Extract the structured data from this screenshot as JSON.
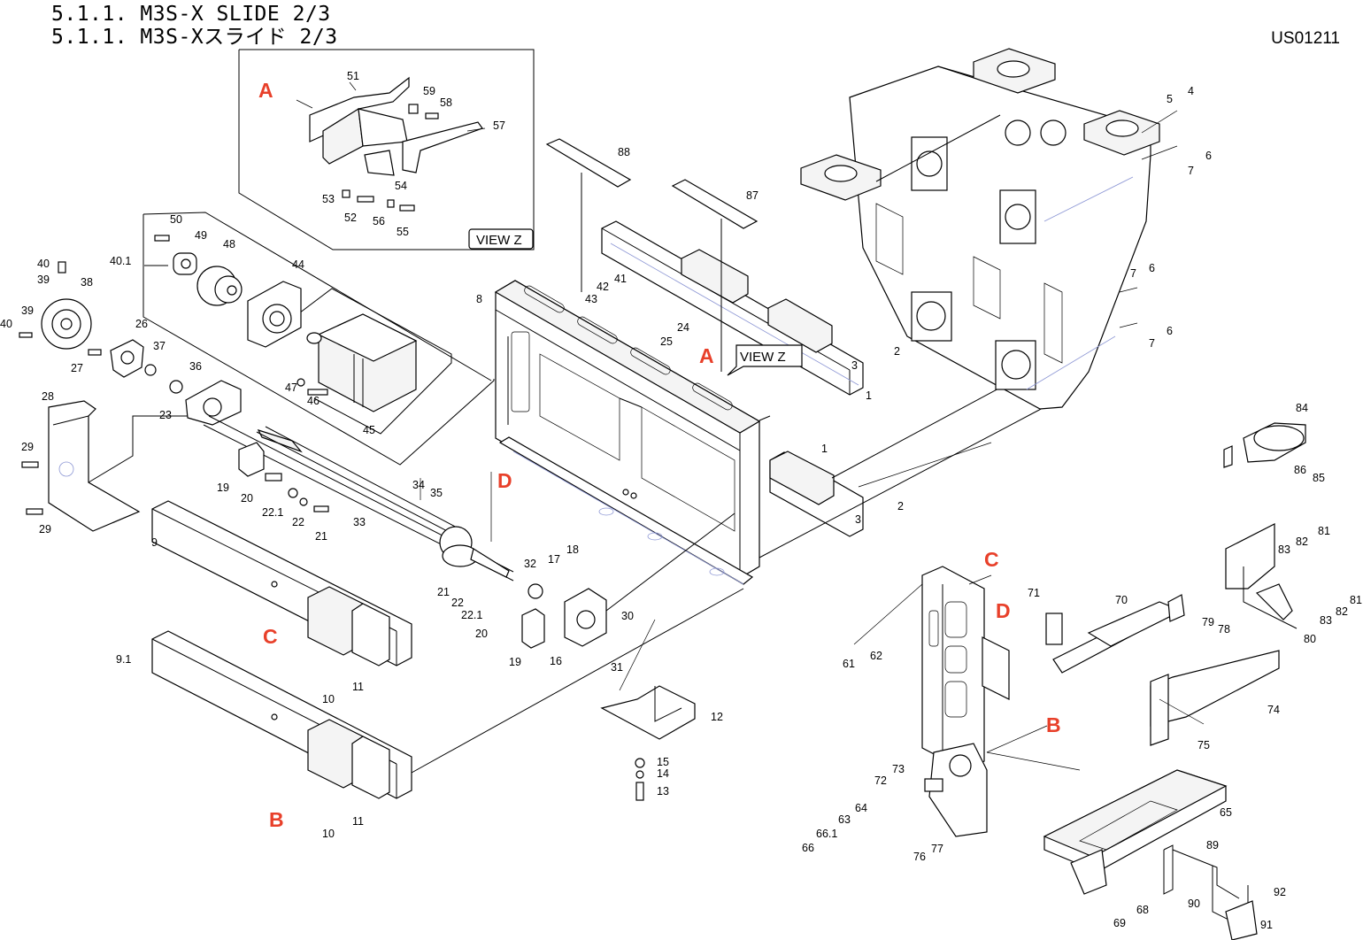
{
  "header": {
    "title_en": "5.1.1. M3S-X SLIDE 2/3",
    "title_ja": "5.1.1. M3S-Xスライド 2/3",
    "doc_id": "US01211"
  },
  "view_labels": {
    "view_z_inset": "VIEW Z",
    "view_z_main": "VIEW Z"
  },
  "reference_letters": [
    "A",
    "A",
    "B",
    "B",
    "C",
    "C",
    "D",
    "D"
  ],
  "colors": {
    "reference_letter": "#e8402a",
    "hidden_lines": "#8c96d4",
    "line": "#000000"
  },
  "callouts": [
    "51",
    "59",
    "58",
    "57",
    "54",
    "53",
    "52",
    "56",
    "55",
    "50",
    "49",
    "48",
    "40.1",
    "44",
    "40",
    "39",
    "38",
    "39",
    "40",
    "26",
    "37",
    "27",
    "36",
    "23",
    "47",
    "46",
    "45",
    "28",
    "29",
    "29",
    "19",
    "20",
    "22.1",
    "22",
    "21",
    "33",
    "34",
    "35",
    "9",
    "9.1",
    "10",
    "11",
    "10",
    "11",
    "32",
    "17",
    "18",
    "21",
    "22",
    "22.1",
    "20",
    "19",
    "16",
    "30",
    "31",
    "88",
    "87",
    "42",
    "41",
    "43",
    "8",
    "24",
    "25",
    "3",
    "2",
    "1",
    "1",
    "2",
    "3",
    "12",
    "15",
    "14",
    "13",
    "5",
    "4",
    "6",
    "7",
    "7",
    "6",
    "7",
    "6",
    "84",
    "86",
    "85",
    "83",
    "82",
    "81",
    "83",
    "82",
    "81",
    "80",
    "71",
    "70",
    "79",
    "78",
    "74",
    "75",
    "61",
    "62",
    "73",
    "72",
    "64",
    "63",
    "66.1",
    "66",
    "76",
    "77",
    "65",
    "89",
    "90",
    "68",
    "69",
    "92",
    "91"
  ]
}
